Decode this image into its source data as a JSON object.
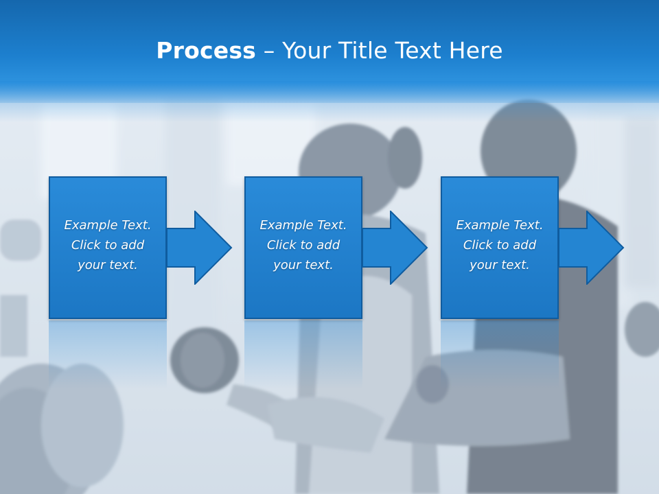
{
  "slide": {
    "title_bold": "Process",
    "title_rest": " – Your Title Text Here"
  },
  "steps": [
    {
      "text": "Example Text.\nClick  to add\nyour text."
    },
    {
      "text": "Example Text.\nClick  to add\nyour text."
    },
    {
      "text": "Example Text.\nClick  to add\nyour text."
    }
  ],
  "colors": {
    "accent": "#1d80cf",
    "box_fill": "#2485d2",
    "box_border": "#0f5c9f",
    "title_text": "#ffffff"
  }
}
